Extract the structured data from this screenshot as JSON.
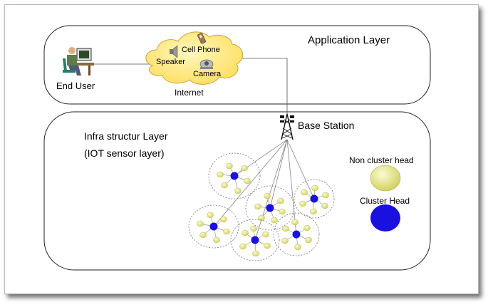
{
  "layers": {
    "application": "Application Layer",
    "infra_line1": "Infra structur Layer",
    "infra_line2": "(IOT sensor layer)"
  },
  "nodes": {
    "end_user": "End User",
    "internet": "Internet",
    "speaker": "Speaker",
    "cell_phone": "Cell Phone",
    "camera": "Camera",
    "base_station": "Base Station"
  },
  "legend": {
    "non_cluster_head": "Non cluster head",
    "cluster_head": "Cluster Head"
  },
  "colors": {
    "cluster_head": "#1a10e0",
    "non_cluster_head": "#d8d86a",
    "cloud": "#ffe56e"
  },
  "icons": [
    "computer-user-icon",
    "speaker-icon",
    "cell-phone-icon",
    "camera-icon",
    "antenna-tower-icon"
  ]
}
